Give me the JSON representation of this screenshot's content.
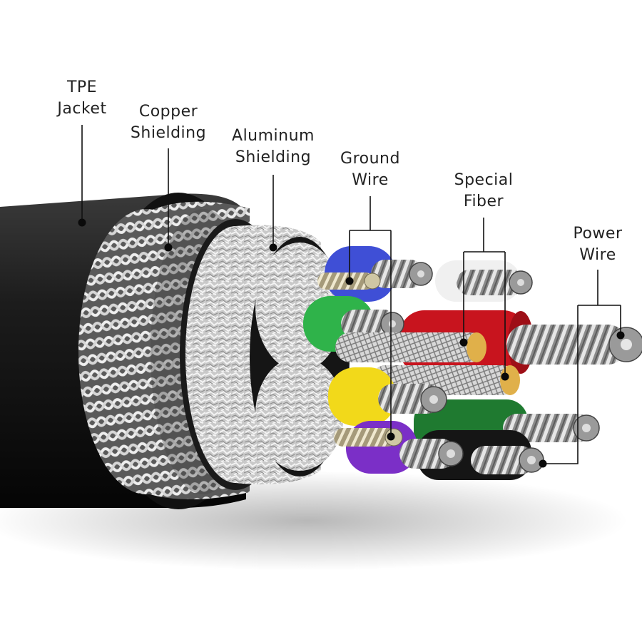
{
  "labels": {
    "tpe_jacket": [
      "TPE",
      "Jacket"
    ],
    "copper_shielding": [
      "Copper",
      "Shielding"
    ],
    "aluminum_shielding": [
      "Aluminum",
      "Shielding"
    ],
    "ground_wire": [
      "Ground",
      "Wire"
    ],
    "special_fiber": [
      "Special",
      "Fiber"
    ],
    "power_wire": [
      "Power",
      "Wire"
    ]
  },
  "colors": {
    "jacket": "#1a1a1a",
    "shield": "#b8b8b8",
    "conductor_blue": "#3f4fd6",
    "conductor_green": "#2fb34a",
    "conductor_yellow": "#f2d91a",
    "conductor_purple": "#7b2fc7",
    "conductor_red": "#c8141e",
    "conductor_dark_green": "#1f7a30",
    "conductor_white": "#f2f2f2",
    "conductor_black": "#151515",
    "fiber": "#e0b04a",
    "leader_line": "#111111"
  },
  "icons": {
    "leader": "leader-line",
    "dot": "pointer-dot"
  }
}
